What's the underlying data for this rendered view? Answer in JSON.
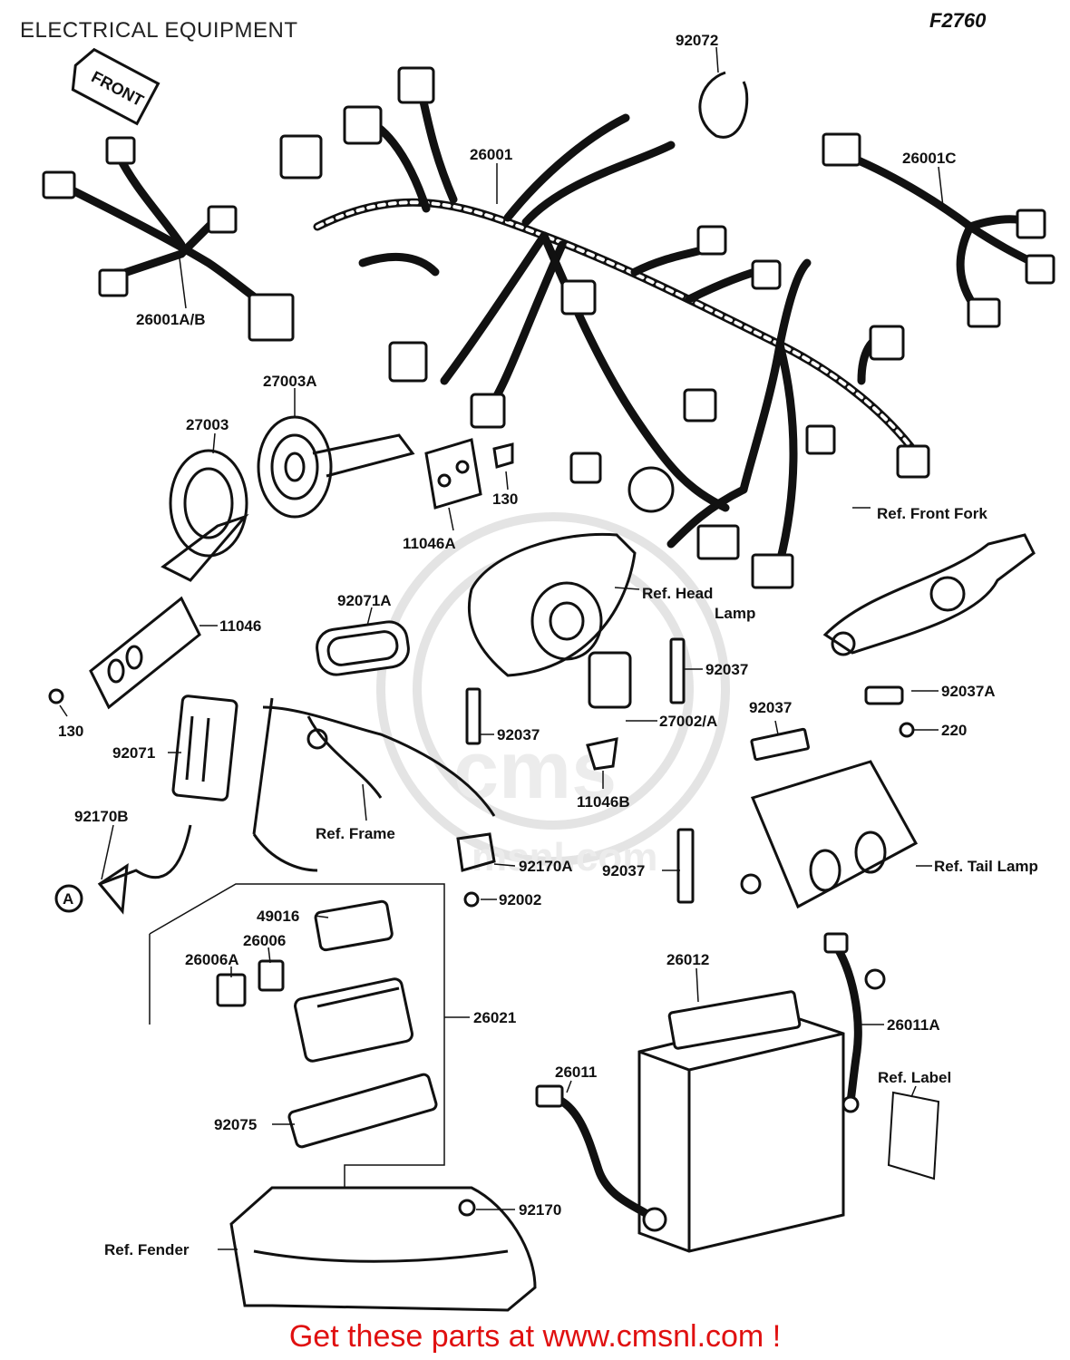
{
  "header": {
    "title": "ELECTRICAL EQUIPMENT",
    "figure_code": "F2760"
  },
  "watermark": {
    "text": "cms",
    "url_fragment": "msnl.com"
  },
  "diagram": {
    "front_arrow": "FRONT",
    "frame_marker": "A",
    "labels": {
      "p92072": "92072",
      "p26001": "26001",
      "p26001C": "26001C",
      "p26001AB": "26001A/B",
      "p27003A": "27003A",
      "p27003": "27003",
      "p130a": "130",
      "p11046A": "11046A",
      "p130b": "130",
      "p11046": "11046",
      "ref_front_fork": "Ref. Front Fork",
      "ref_head_lamp_1": "Ref. Head",
      "ref_head_lamp_2": "Lamp",
      "p92071A": "92071A",
      "p92037a": "92037",
      "p92037b": "92037",
      "p27002A": "27002/A",
      "p92037A": "92037A",
      "p220": "220",
      "p92037c": "92037",
      "p92071": "92071",
      "p11046B": "11046B",
      "p92170B": "92170B",
      "ref_frame": "Ref. Frame",
      "p92170A": "92170A",
      "p92037d": "92037",
      "ref_tail_lamp": "Ref. Tail Lamp",
      "p92002": "92002",
      "p49016": "49016",
      "p26006": "26006",
      "p26006A": "26006A",
      "p26021": "26021",
      "p26012": "26012",
      "p26011A": "26011A",
      "p26011": "26011",
      "ref_label": "Ref. Label",
      "p92075": "92075",
      "p92170": "92170",
      "ref_fender": "Ref. Fender"
    }
  },
  "footer": {
    "text": "Get these parts at www.cmsnl.com !"
  }
}
